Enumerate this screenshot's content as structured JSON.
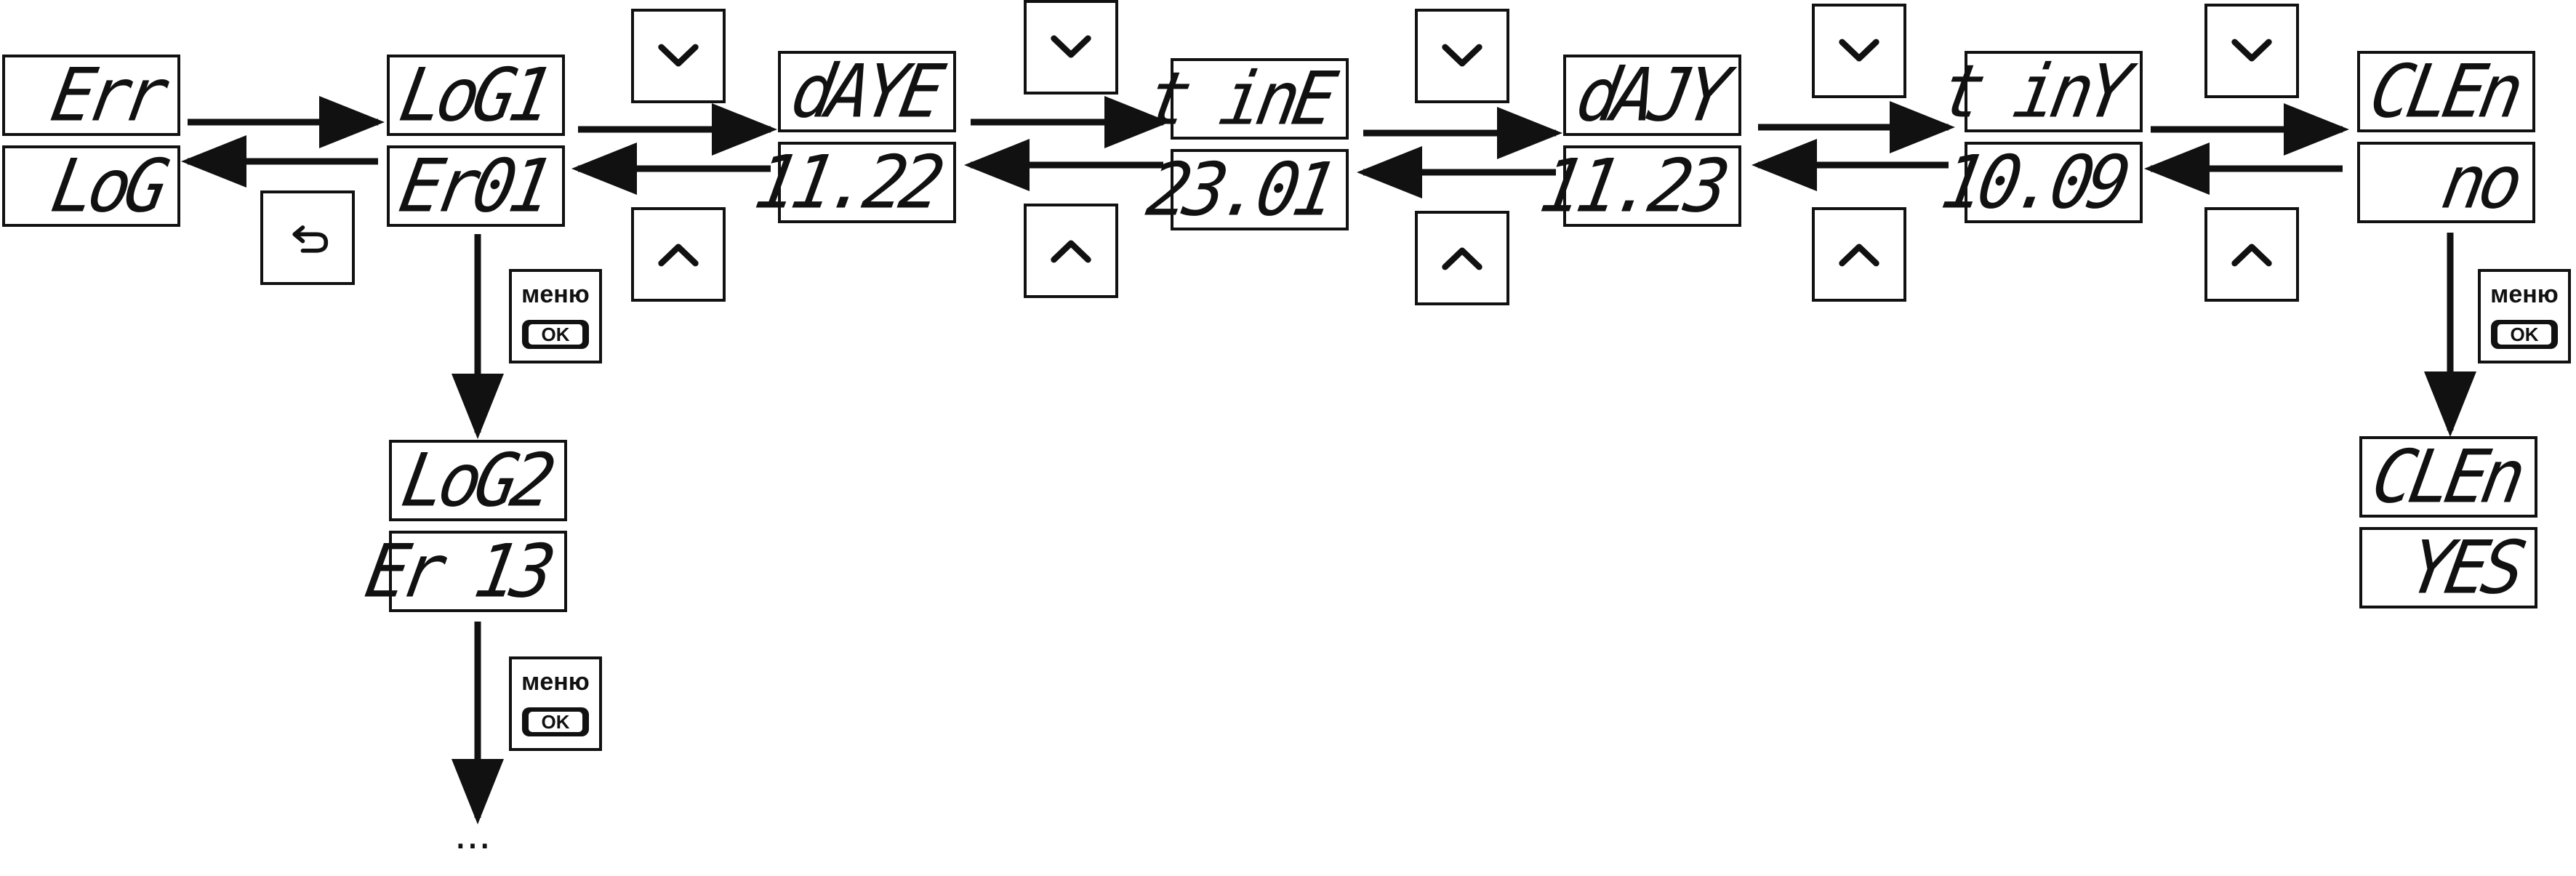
{
  "screens": [
    {
      "id": "err",
      "top": "Err",
      "bottom": "LoG"
    },
    {
      "id": "log1",
      "top": "LoG1",
      "bottom": "Er01"
    },
    {
      "id": "date",
      "top": "dAYE",
      "bottom": "11.22"
    },
    {
      "id": "time",
      "top": "t inE",
      "bottom": "23.01"
    },
    {
      "id": "date2",
      "top": "dAJY",
      "bottom": "11.23"
    },
    {
      "id": "time2",
      "top": "t inY",
      "bottom": "10.09"
    },
    {
      "id": "clen",
      "top": "CLEn",
      "bottom": "no"
    },
    {
      "id": "log2",
      "top": "LoG2",
      "bottom": "Er 13"
    },
    {
      "id": "clen-yes",
      "top": "CLEn",
      "bottom": "YES"
    }
  ],
  "menu_button": {
    "label": "меню",
    "ok_label": "OK"
  },
  "continuation": "...",
  "icons": {
    "down": "chevron-down-icon",
    "up": "chevron-up-icon",
    "back": "back-arrow-icon"
  }
}
